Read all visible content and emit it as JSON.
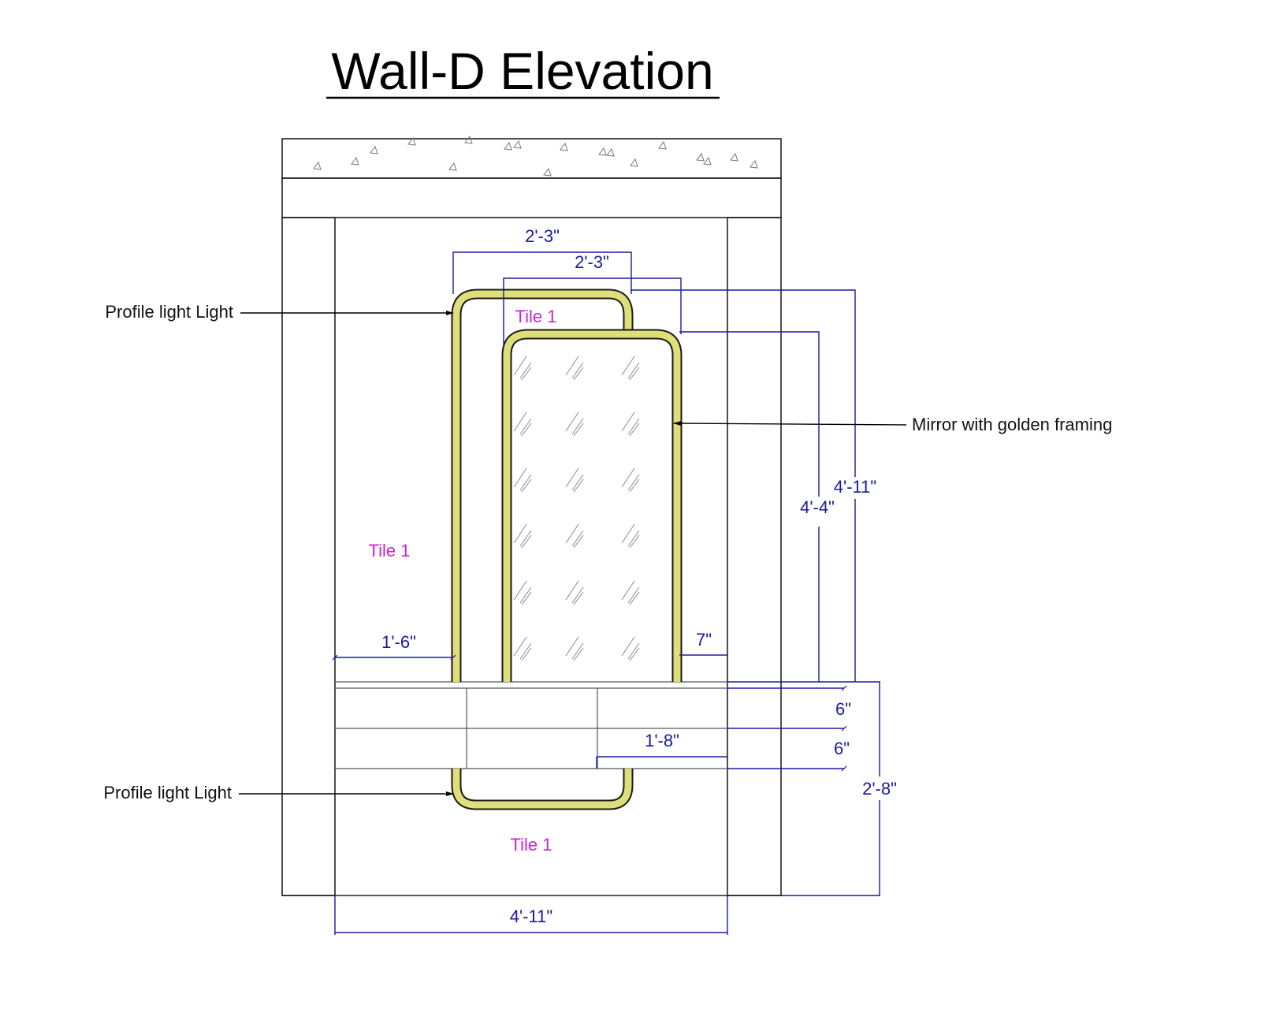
{
  "drawing": {
    "title": "Wall-D Elevation",
    "callouts": {
      "top_light": "Profile light Light",
      "bottom_light": "Profile light Light",
      "mirror": "Mirror with golden framing"
    },
    "materials": {
      "tile_top": "Tile 1",
      "tile_left": "Tile 1",
      "tile_bottom": "Tile 1"
    },
    "dimensions": {
      "light_width": "2'-3\"",
      "mirror_width": "2'-3\"",
      "light_height": "4'-11\"",
      "mirror_height": "4'-4\"",
      "left_offset": "1'-6\"",
      "right_offset": "7\"",
      "shelf_upper": "6\"",
      "shelf_lower": "6\"",
      "shelf_right_length": "1'-8\"",
      "lower_zone_height": "2'-8\"",
      "overall_width": "4'-11\""
    },
    "colors": {
      "dimension": "#1a1aa0",
      "material_tag": "#d21fd2",
      "gold_frame": "#dede7a",
      "hatch": "#b5b5b5"
    }
  }
}
